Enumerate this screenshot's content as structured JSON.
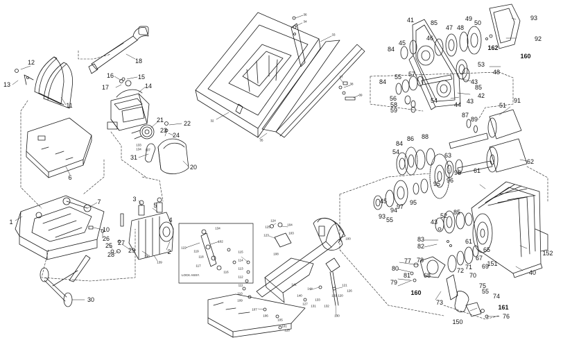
{
  "diagram": {
    "inset_title": "LOCK ASSY.",
    "sections": {
      "left_machine": {
        "labels": [
          "12",
          "13",
          "11",
          "18",
          "16",
          "15",
          "17",
          "14",
          "21",
          "22",
          "23",
          "24",
          "133",
          "134",
          "137",
          "31",
          "20",
          "6",
          "1",
          "7",
          "10",
          "26",
          "25",
          "28",
          "27",
          "3",
          "5",
          "4",
          "2",
          "29",
          "138",
          "139",
          "30"
        ]
      },
      "top_base": {
        "labels": [
          "36",
          "34",
          "33",
          "32",
          "37",
          "38",
          "39",
          "35"
        ]
      },
      "center_handle": {
        "labels": [
          "134",
          "125",
          "124",
          "123",
          "108",
          "104",
          "103",
          "100",
          "122",
          "102",
          "119",
          "118",
          "117",
          "116",
          "115",
          "114",
          "113",
          "112",
          "111",
          "110",
          "109",
          "141",
          "140",
          "127",
          "121",
          "126",
          "120",
          "107",
          "106",
          "105",
          "101",
          "144",
          "133",
          "131",
          "132",
          "129",
          "130",
          "128"
        ]
      },
      "right_transmission": {
        "labels": [
          "41",
          "85",
          "47",
          "48",
          "49",
          "50",
          "93",
          "92",
          "162",
          "160",
          "45",
          "84",
          "46",
          "53",
          "48",
          "43",
          "55",
          "57",
          "84",
          "85",
          "42",
          "56",
          "58",
          "59",
          "54",
          "44",
          "43",
          "87",
          "89",
          "51",
          "91",
          "86",
          "88",
          "84",
          "54",
          "63",
          "61",
          "62",
          "95",
          "96",
          "98",
          "45",
          "94",
          "97",
          "95",
          "93",
          "55",
          "85",
          "43",
          "52",
          "83",
          "82",
          "61",
          "67",
          "65",
          "70",
          "71",
          "72",
          "69",
          "151",
          "152",
          "40",
          "77",
          "78",
          "80",
          "79",
          "81",
          "68",
          "73",
          "160",
          "75",
          "74",
          "161",
          "76",
          "150"
        ]
      }
    }
  }
}
